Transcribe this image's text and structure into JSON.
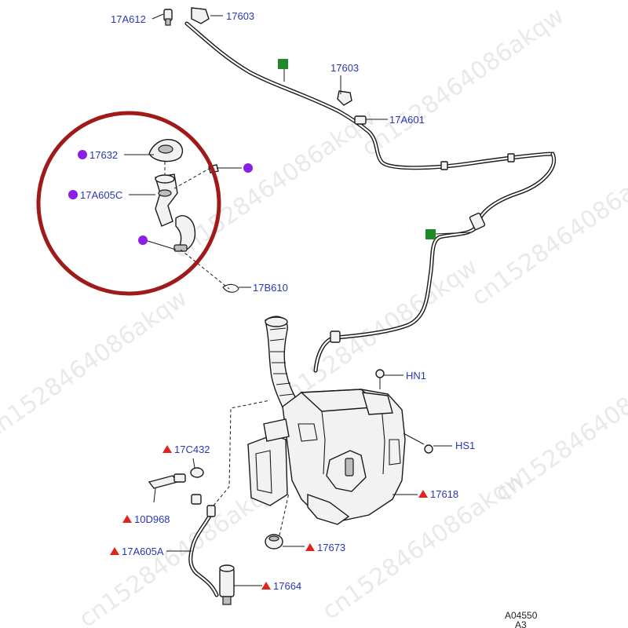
{
  "colors": {
    "callout_text": "#2a36b8",
    "triangle_marker": "#e0241b",
    "square_marker": "#1e8a2a",
    "circle_marker": "#8c1fe6",
    "highlight_ring": "#a01a1a"
  },
  "callouts": {
    "p17A612": "17A612",
    "p17603_top": "17603",
    "p17603_mid": "17603",
    "p17A601": "17A601",
    "p17632": "17632",
    "p17A605C": "17A605C",
    "p17B610": "17B610",
    "pHN1": "HN1",
    "pHS1": "HS1",
    "p17C432": "17C432",
    "p10D968": "10D968",
    "p17A605A": "17A605A",
    "p17618": "17618",
    "p17673": "17673",
    "p17664": "17664"
  },
  "figure_ref": {
    "code": "A04550",
    "sheet": "A3"
  },
  "watermark": {
    "text": "cn1528464086akqw"
  }
}
